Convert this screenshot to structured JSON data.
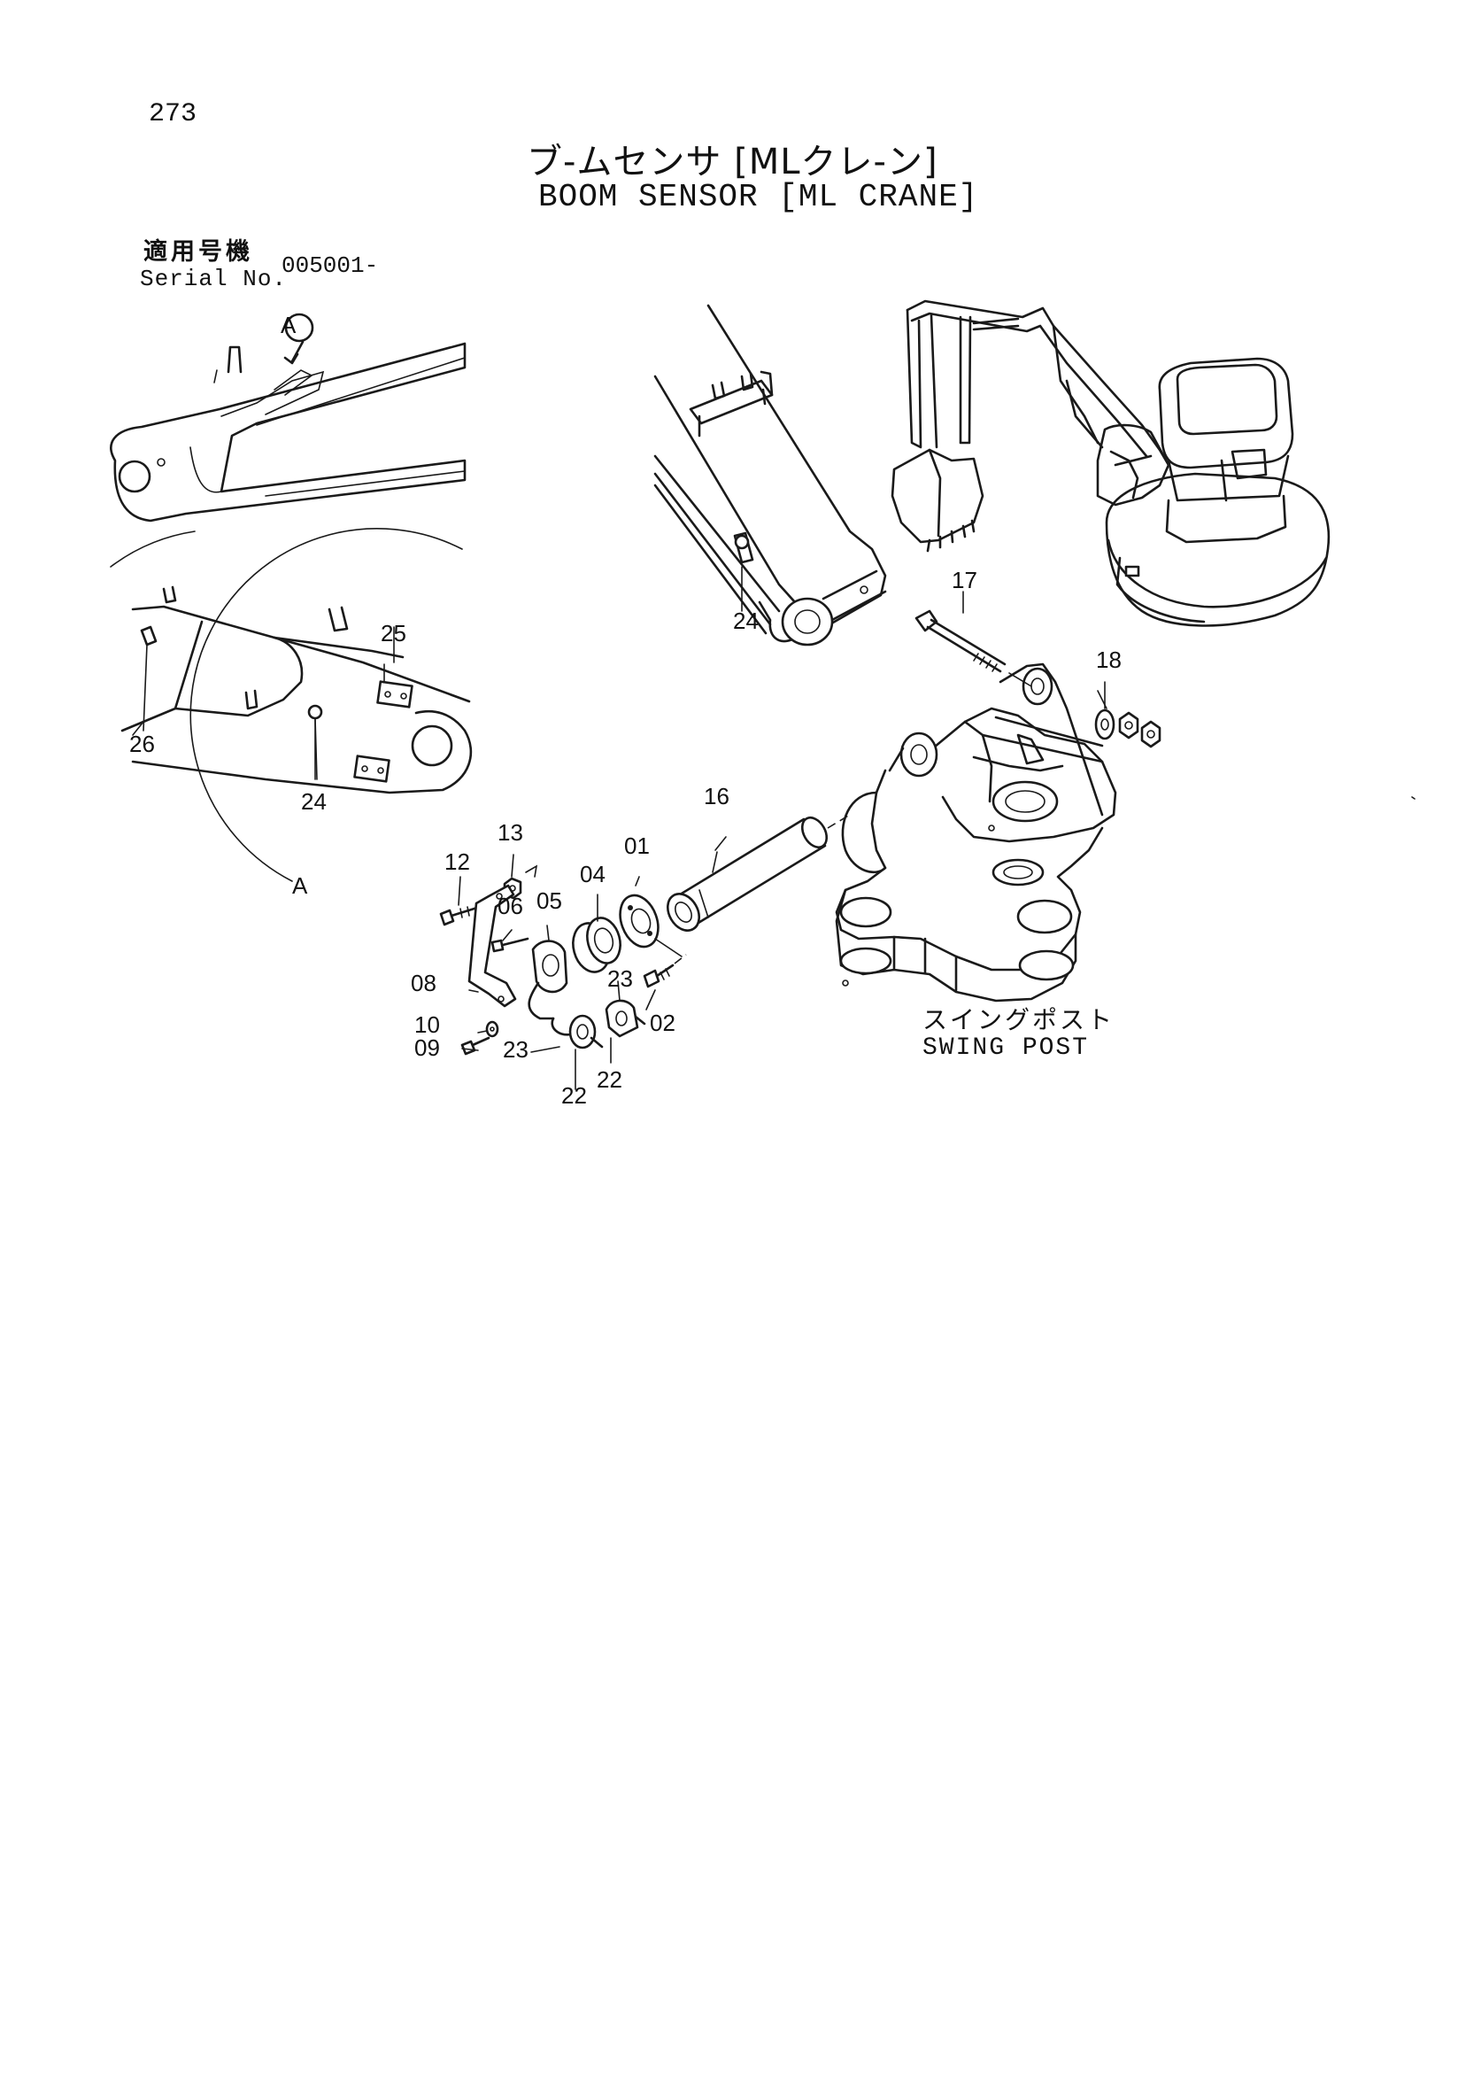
{
  "page_number": "273",
  "title_jp": "ブ-ムセンサ [MLクレ-ン]",
  "title_en": "BOOM SENSOR [ML CRANE]",
  "serial": {
    "label_jp": "適用号機",
    "label_en": "Serial No.",
    "value": "005001-"
  },
  "swing_post": {
    "label_jp": "スイングポスト",
    "label_en": "SWING POST"
  },
  "detail": {
    "callout": "A",
    "label": "A"
  },
  "parts": {
    "p01": "01",
    "p02": "02",
    "p04": "04",
    "p05": "05",
    "p06": "06",
    "p08": "08",
    "p09": "09",
    "p10": "10",
    "p12": "12",
    "p13": "13",
    "p16": "16",
    "p17": "17",
    "p18": "18",
    "p22a": "22",
    "p22b": "22",
    "p23a": "23",
    "p23b": "23",
    "p24_boom": "24",
    "p24_detail": "24",
    "p25": "25",
    "p26": "26"
  }
}
